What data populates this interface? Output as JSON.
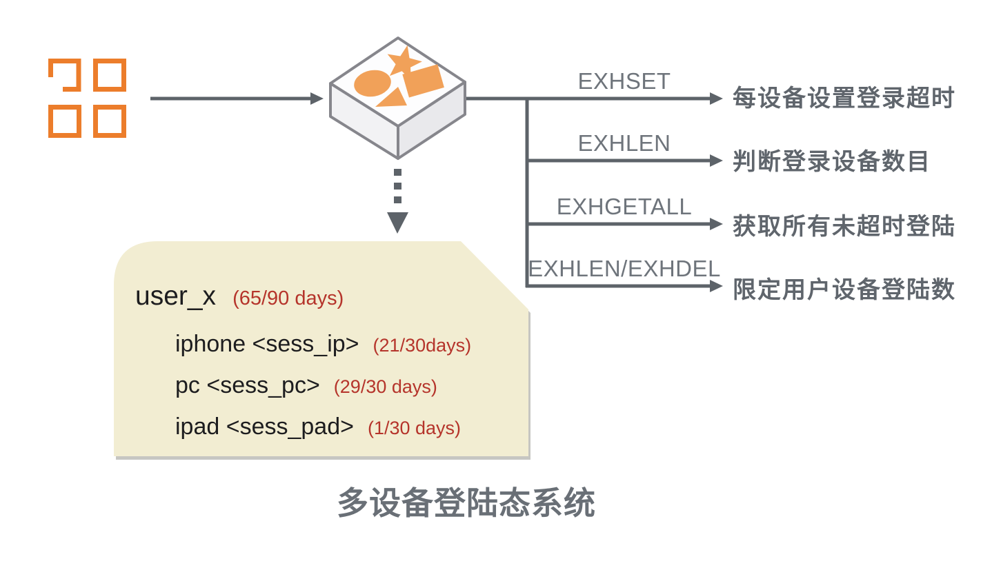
{
  "diagram": {
    "title": "多设备登陆态系统",
    "store": {
      "key": "user_x",
      "key_ttl": "(65/90 days)",
      "fields": [
        {
          "field": "iphone <sess_ip>",
          "ttl": "(21/30days)"
        },
        {
          "field": "pc <sess_pc>",
          "ttl": "(29/30 days)"
        },
        {
          "field": "ipad <sess_pad>",
          "ttl": "(1/30 days)"
        }
      ]
    },
    "branches": [
      {
        "command": "EXHSET",
        "description": "每设备设置登录超时"
      },
      {
        "command": "EXHLEN",
        "description": "判断登录设备数目"
      },
      {
        "command": "EXHGETALL",
        "description": "获取所有未超时登陆"
      },
      {
        "command": "EXHLEN/EXHDEL",
        "description": "限定用户设备登陆数"
      }
    ],
    "colors": {
      "accent_orange": "#ec7d2b",
      "shape_orange": "#f1a159",
      "connector_gray": "#5d6369",
      "command_text": "#6e747b",
      "description_text": "#5f656c",
      "title_text": "#696f76",
      "note_background": "#f2edd2",
      "ttl_red": "#b5342b",
      "note_text": "#1d1d1f"
    }
  }
}
